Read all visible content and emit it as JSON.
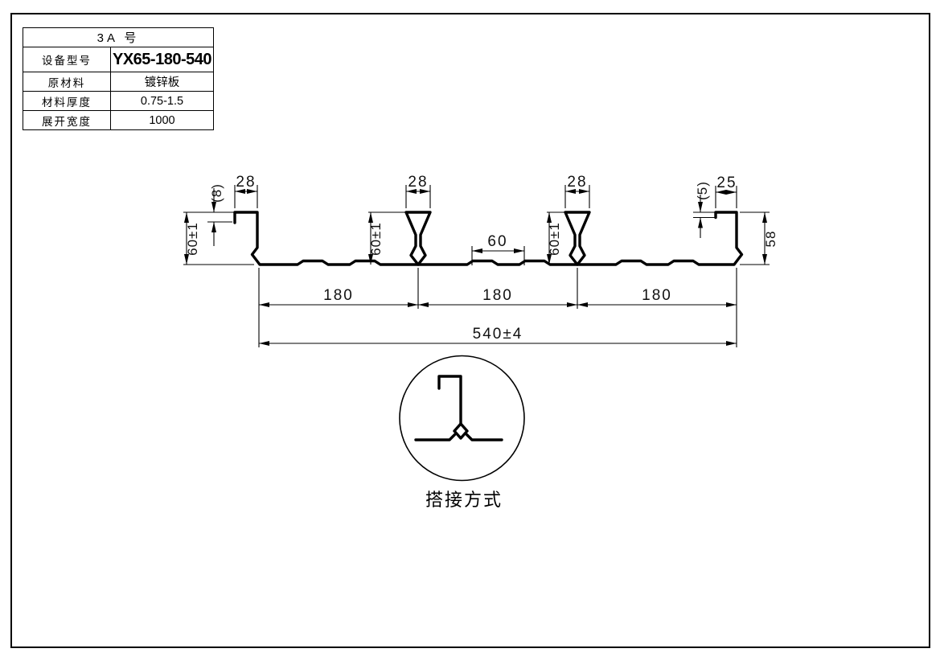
{
  "spec_table": {
    "title": "3A  号",
    "rows": [
      {
        "label": "设备型号",
        "value": "YX65-180-540"
      },
      {
        "label": "原材料",
        "value": "镀锌板"
      },
      {
        "label": "材料厚度",
        "value": "0.75-1.5"
      },
      {
        "label": "展开宽度",
        "value": "1000"
      }
    ]
  },
  "drawing": {
    "colors": {
      "line": "#000000",
      "background": "#ffffff"
    },
    "dims": {
      "left_lip": "(8)",
      "left_flange": "28",
      "left_height": "60±1",
      "rib1_width": "28",
      "rib1_height": "60±1",
      "rib2_width": "28",
      "rib2_height": "60±1",
      "groove_spacing": "60",
      "right_lip": "(5)",
      "right_flange": "25",
      "right_height": "58",
      "span1": "180",
      "span2": "180",
      "span3": "180",
      "overall_width": "540±4"
    },
    "detail_caption": "搭接方式"
  }
}
